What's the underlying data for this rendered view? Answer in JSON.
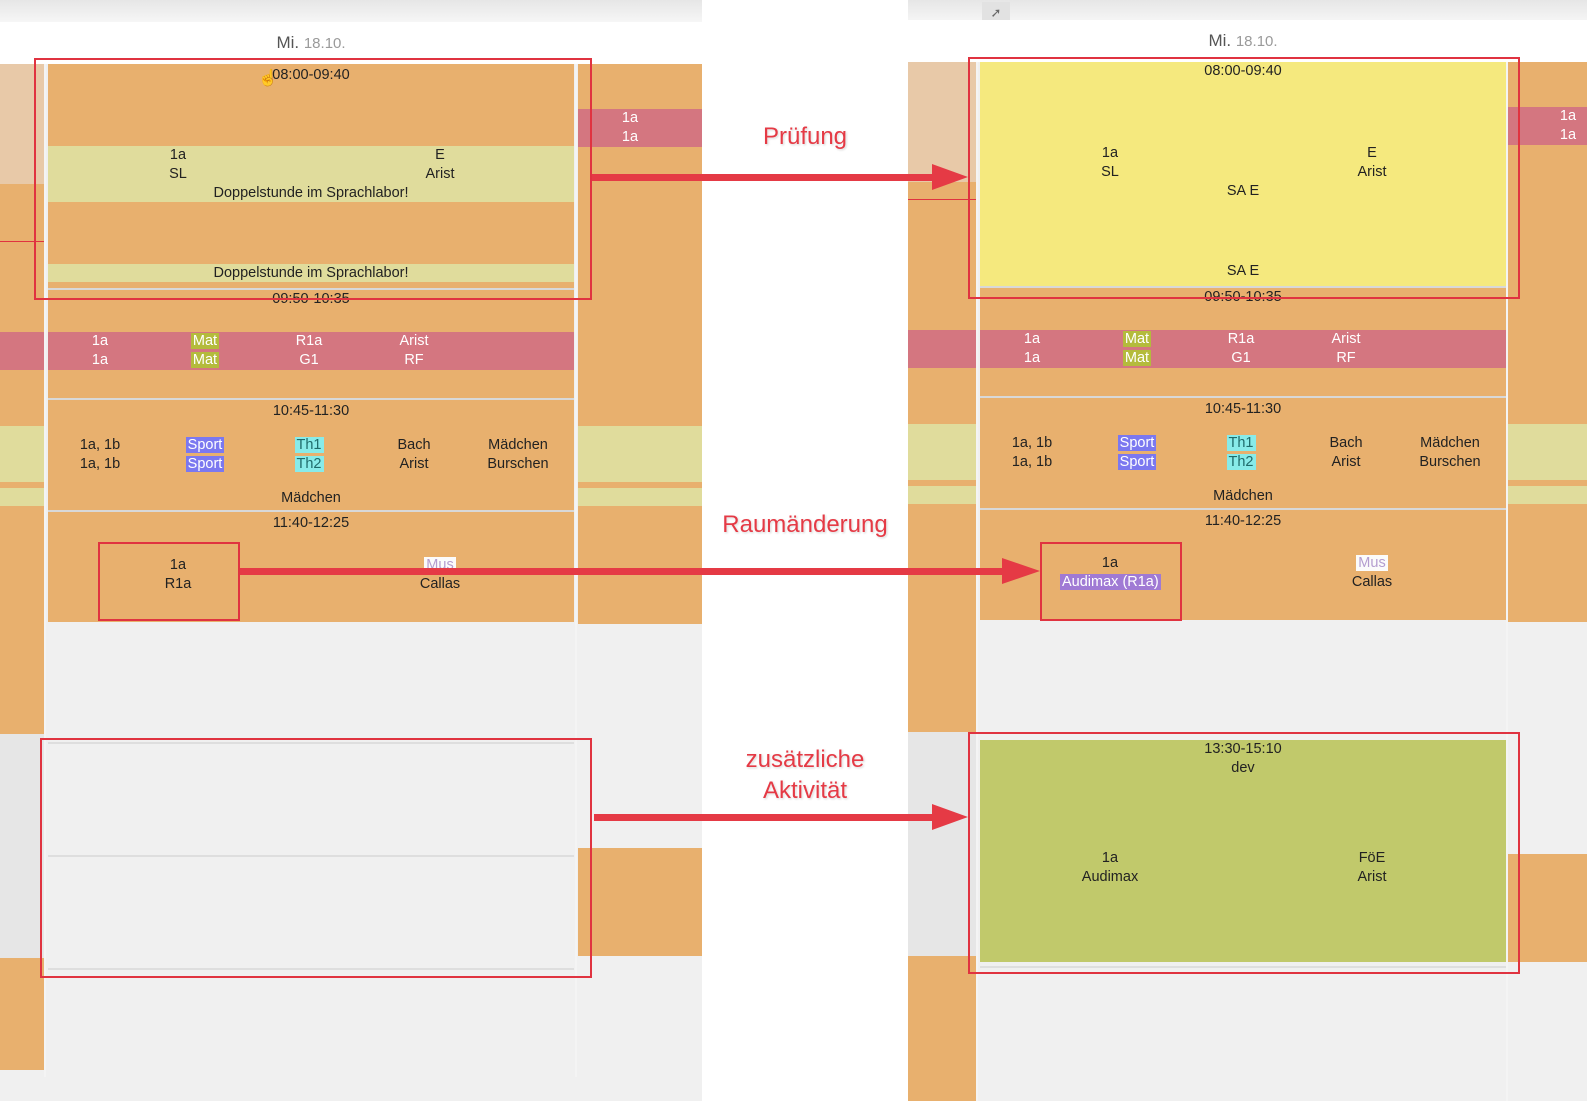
{
  "before": {
    "day_header": {
      "day": "Mi.",
      "date": "18.10."
    },
    "block1": {
      "time": "08:00-09:40",
      "class": "1a",
      "room": "SL",
      "subject": "E",
      "teacher": "Arist",
      "note1": "Doppelstunde im Sprachlabor!",
      "note2": "Doppelstunde im Sprachlabor!"
    },
    "side_pink": {
      "l1": "1a",
      "l2": "1a"
    },
    "block2": {
      "time": "09:50-10:35",
      "c1a": "1a",
      "c1b": "1a",
      "c2a": "Mat",
      "c2b": "Mat",
      "c3a": "R1a",
      "c3b": "G1",
      "c4a": "Arist",
      "c4b": "RF"
    },
    "block3": {
      "time": "10:45-11:30",
      "c1a": "1a, 1b",
      "c1b": "1a, 1b",
      "c2a": "Sport",
      "c2b": "Sport",
      "c3a": "Th1",
      "c3b": "Th2",
      "c4a": "Bach",
      "c4b": "Arist",
      "c5a": "Mädchen",
      "c5b": "Burschen",
      "note": "Mädchen"
    },
    "block4": {
      "time": "11:40-12:25",
      "class": "1a",
      "room": "R1a",
      "subject": "Mus",
      "teacher": "Callas"
    }
  },
  "after": {
    "day_header": {
      "day": "Mi.",
      "date": "18.10."
    },
    "block1": {
      "time": "08:00-09:40",
      "class": "1a",
      "room": "SL",
      "subject": "E",
      "teacher": "Arist",
      "note1": "SA E",
      "note2": "SA E"
    },
    "side_pink": {
      "l1": "1a",
      "l2": "1a"
    },
    "block2": {
      "time": "09:50-10:35",
      "c1a": "1a",
      "c1b": "1a",
      "c2a": "Mat",
      "c2b": "Mat",
      "c3a": "R1a",
      "c3b": "G1",
      "c4a": "Arist",
      "c4b": "RF"
    },
    "block3": {
      "time": "10:45-11:30",
      "c1a": "1a, 1b",
      "c1b": "1a, 1b",
      "c2a": "Sport",
      "c2b": "Sport",
      "c3a": "Th1",
      "c3b": "Th2",
      "c4a": "Bach",
      "c4b": "Arist",
      "c5a": "Mädchen",
      "c5b": "Burschen",
      "note": "Mädchen"
    },
    "block4": {
      "time": "11:40-12:25",
      "class": "1a",
      "room": "Audimax (R1a)",
      "subject": "Mus",
      "teacher": "Callas"
    },
    "block5": {
      "time": "13:30-15:10",
      "line2": "dev",
      "class": "1a",
      "room": "Audimax",
      "subject": "FöE",
      "teacher": "Arist"
    }
  },
  "annotations": {
    "exam": "Prüfung",
    "room_change": "Raumänderung",
    "extra_line1": "zusätzliche",
    "extra_line2": "Aktivität"
  },
  "colors": {
    "lesson": "#e8b06e",
    "exam": "#f5e97e",
    "extra_activity": "#c1c96b",
    "cancelled": "#d47680",
    "annotation": "#e03340"
  }
}
